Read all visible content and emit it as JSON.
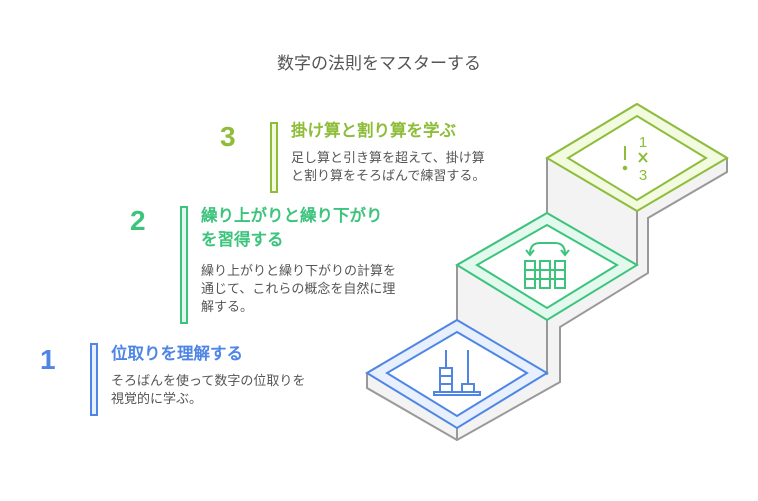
{
  "title": "数字の法則をマスターする",
  "colors": {
    "step1": "#4f86e6",
    "step2": "#3cc47c",
    "step3": "#8ebd3a"
  },
  "steps": [
    {
      "number": "1",
      "heading": "位取りを理解する",
      "description": "そろばんを使って数字の位取りを\n視覚的に学ぶ。",
      "icon": "abacus-icon"
    },
    {
      "number": "2",
      "heading": "繰り上がりと繰り下がり\nを習得する",
      "description": "繰り上がりと繰り下がりの計算を\n通じて、これらの概念を自然に理\n解する。",
      "icon": "carry-columns-icon"
    },
    {
      "number": "3",
      "heading": "掛け算と割り算を学ぶ",
      "description": "足し算と引き算を超えて、掛け算\nと割り算をそろばんで練習する。",
      "icon": "divide-multiply-icon"
    }
  ]
}
